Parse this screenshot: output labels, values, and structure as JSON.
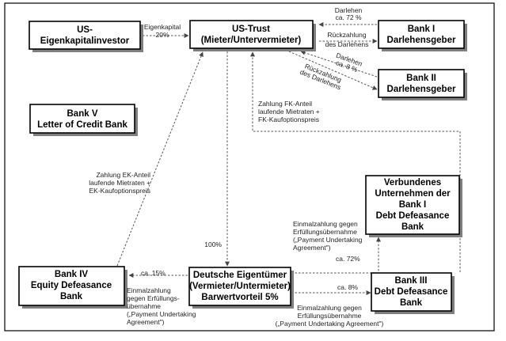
{
  "boxes": {
    "us_investor": [
      "US-",
      "Eigenkapitalinvestor"
    ],
    "us_trust": [
      "US-Trust",
      "(Mieter/Untervermieter)"
    ],
    "bank1": [
      "Bank I",
      "Darlehensgeber"
    ],
    "bank2": [
      "Bank II",
      "Darlehensgeber"
    ],
    "bank5": [
      "Bank V",
      "Letter of Credit Bank"
    ],
    "verbund": [
      "Verbundenes",
      "Unternehmen der",
      "Bank I",
      "Debt Defeasance",
      "Bank"
    ],
    "bank4": [
      "Bank IV",
      "Equity Defeasance",
      "Bank"
    ],
    "deutsche": [
      "Deutsche Eigentümer",
      "(Vermieter/Untermieter)",
      "Barwertvorteil 5%"
    ],
    "bank3": [
      "Bank III",
      "Debt Defeasance",
      "Bank"
    ]
  },
  "labels": {
    "eigenkapital": [
      "Eigenkapital",
      "20%"
    ],
    "darlehen72": [
      "Darlehen",
      "ca. 72 %"
    ],
    "rueck1": [
      "Rückzahlung",
      "des Darlehens"
    ],
    "darlehen8": [
      "Darlehen",
      "ca. 8 %"
    ],
    "rueck2": [
      "Rückzahlung",
      "des Darlehens"
    ],
    "zahlung_fk": [
      "Zahlung FK-Anteil",
      "laufende Mietraten +",
      "FK-Kaufoptionspreis"
    ],
    "zahlung_ek": [
      "Zahlung EK-Anteil",
      "laufende Mietraten +",
      "EK-Kaufoptionspreis"
    ],
    "pct100": "100%",
    "einmal_verbund": [
      "Einmalzahlung gegen",
      "Erfüllungsübernahme",
      "(„Payment Undertaking",
      "Agreement\")"
    ],
    "ca72": "ca. 72%",
    "ca15": "ca. 15%",
    "einmal_bank4": [
      "Einmalzahlung",
      "gegen Erfüllungs-",
      "übernahme",
      "(„Payment  Undertaking",
      "Agreement\")"
    ],
    "ca8": "ca. 8%",
    "einmal_bank3": [
      "Einmalzahlung gegen",
      "Erfüllungsübernahme",
      "(„Payment Undertaking Agreement\")"
    ]
  }
}
